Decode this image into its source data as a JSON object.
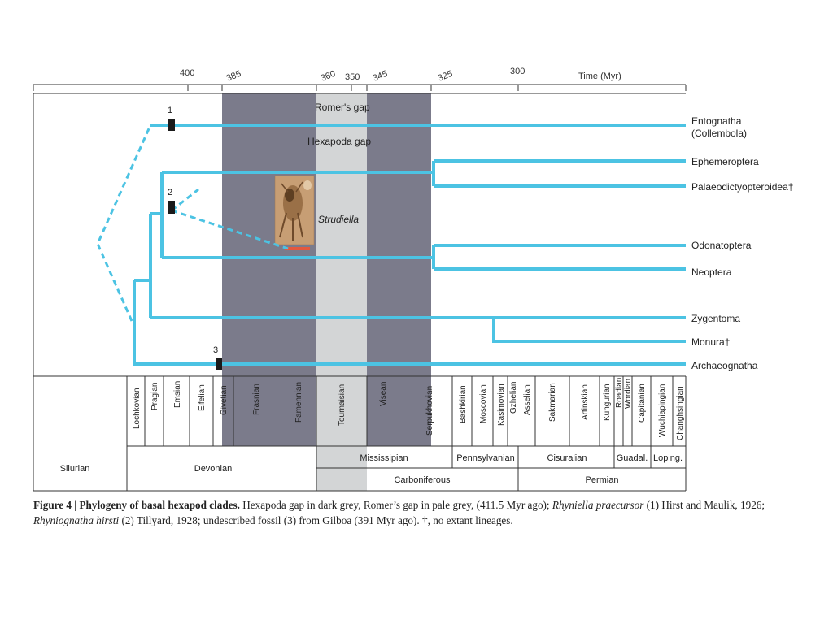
{
  "figure": {
    "colors": {
      "lineage": "#4cc3e3",
      "hexapoda_gap": "#7b7b8b",
      "romers_gap": "#d3d5d6",
      "fossil_mark": "#1a1a1a",
      "scale_bar": "#e4583e"
    },
    "time_axis": {
      "label": "Time (Myr)",
      "ticks": [
        {
          "value": "400",
          "style": "flat"
        },
        {
          "value": "385",
          "style": "rotated"
        },
        {
          "value": "360",
          "style": "rotated"
        },
        {
          "value": "350",
          "style": "flat"
        },
        {
          "value": "345",
          "style": "rotated"
        },
        {
          "value": "325",
          "style": "rotated"
        },
        {
          "value": "300",
          "style": "flat"
        }
      ]
    },
    "gaps": {
      "romers_gap": "Romer's gap",
      "hexapoda_gap": "Hexapoda gap"
    },
    "fossil_photo": {
      "label": "Strudiella"
    },
    "fossil_markers": [
      "1",
      "2",
      "3"
    ],
    "taxa": [
      {
        "name": "Entognatha",
        "sub": "(Collembola)"
      },
      {
        "name": "Ephemeroptera"
      },
      {
        "name": "Palaeodictyopteroidea†"
      },
      {
        "name": "Odonatoptera"
      },
      {
        "name": "Neoptera"
      },
      {
        "name": "Zygentoma"
      },
      {
        "name": "Monura†"
      },
      {
        "name": "Archaeognatha"
      }
    ],
    "stages": [
      "Lochkovian",
      "Pragian",
      "Emsian",
      "Eifelian",
      "Givetian",
      "Frasnian",
      "Famennian",
      "Tournaisian",
      "Visean",
      "Serpukhovian",
      "Bashkirian",
      "Moscovian",
      "Kasimovian",
      "Gzhelian",
      "Asselian",
      "Sakmarian",
      "Artinskian",
      "Kungurian",
      "Roadian",
      "Wordian",
      "Capitanian",
      "Wuchiapingian",
      "Changhsingian"
    ],
    "series": [
      "Mississipian",
      "Pennsylvanian",
      "Cisuralian",
      "Guadal.",
      "Loping."
    ],
    "periods": [
      "Silurian",
      "Devonian",
      "Carboniferous",
      "Permian"
    ]
  },
  "caption": {
    "label": "Figure 4 | Phylogeny of basal hexapod clades.",
    "text_1": " Hexapoda gap in dark grey, Romer’s gap in pale grey, (411.5 Myr ago); ",
    "species_1": "Rhyniella praecursor",
    "text_2": " (1) Hirst and Maulik, 1926; ",
    "species_2": "Rhyniognatha hirsti",
    "text_3": " (2) Tillyard, 1928; undescribed fossil (3) from Gilboa (391 Myr ago). †, no extant lineages."
  }
}
